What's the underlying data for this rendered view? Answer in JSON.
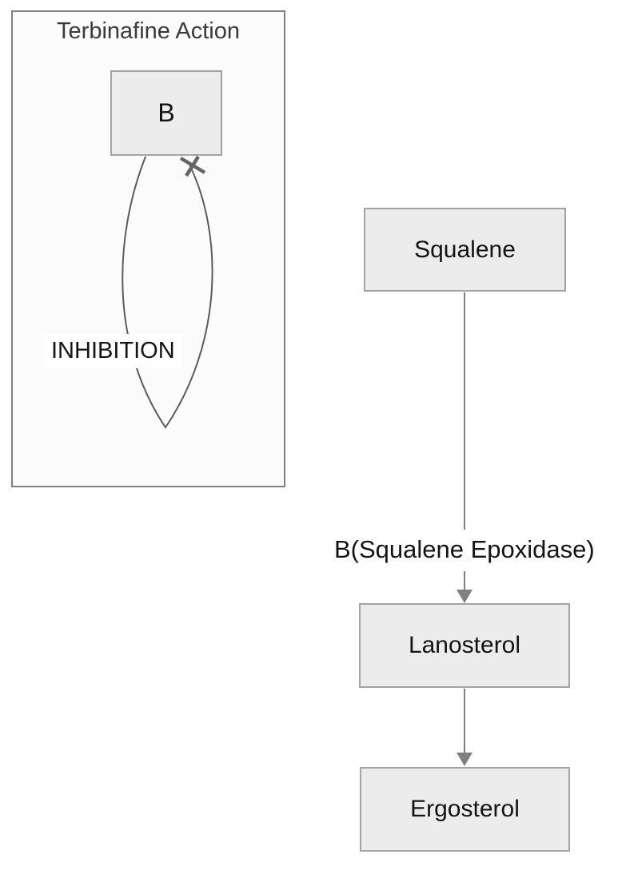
{
  "diagram": {
    "panel": {
      "title": "Terbinafine Action",
      "node_label": "B",
      "loop_label": "INHIBITION"
    },
    "pathway": {
      "nodes": [
        "Squalene",
        "Lanosterol",
        "Ergosterol"
      ],
      "edge_label": "B(Squalene Epoxidase)"
    }
  },
  "icons": {
    "inhibition_cross": "cross-marker (X at arrow end)",
    "arrowhead": "filled triangle pointing down"
  },
  "colors": {
    "canvas_bg": "#ffffff",
    "panel_bg": "#fbfbfb",
    "panel_border": "#7f7f7f",
    "node_fill": "#ececec",
    "node_border": "#a3a3a3",
    "edge": "#808080",
    "loop_stroke": "#5c5c5c",
    "marker": "#666666",
    "text": "#141414",
    "title_text": "#3a3a3a",
    "label_bg": "#ffffff"
  }
}
